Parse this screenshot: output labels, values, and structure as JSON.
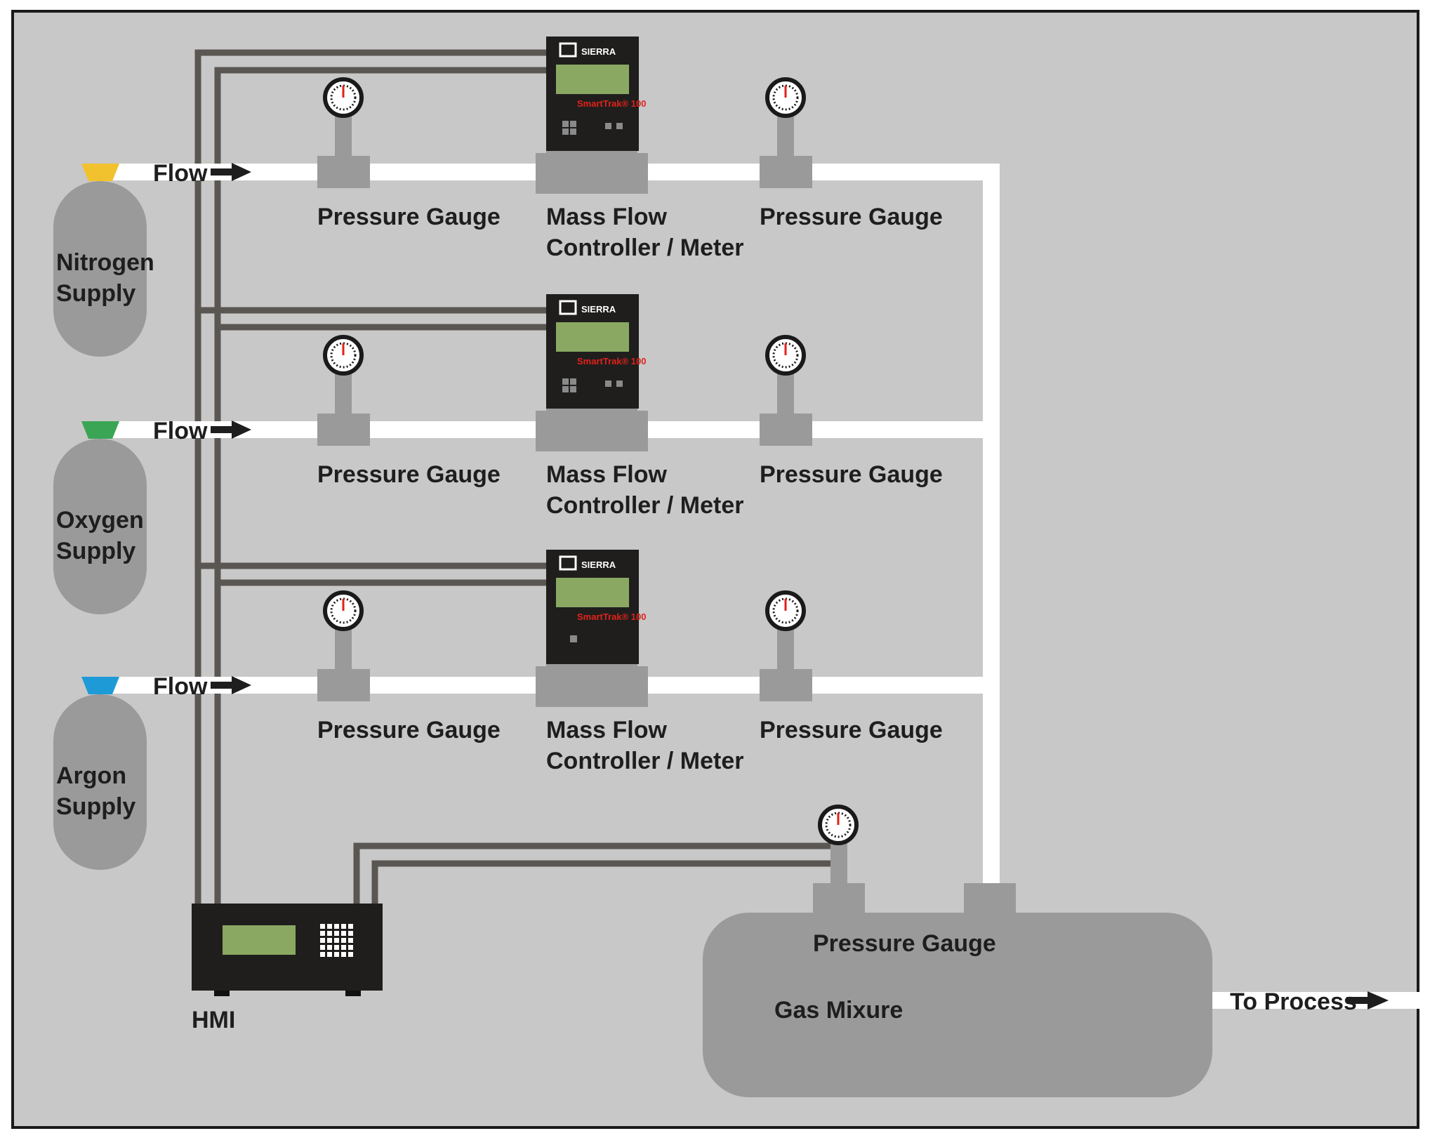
{
  "colors": {
    "background": "#c8c8c8",
    "frame": "#1a1a1a",
    "pipe": "#ffffff",
    "signal_wire": "#5a5652",
    "equipment": "#9a9a9a",
    "device_body": "#1f1e1d",
    "lcd": "#8aa862",
    "display_accent": "#e0221a"
  },
  "supplies": [
    {
      "label_line1": "Nitrogen",
      "label_line2": "Supply",
      "cap_color": "#f2c12e",
      "flow_label": "Flow"
    },
    {
      "label_line1": "Oxygen",
      "label_line2": "Supply",
      "cap_color": "#3aa655",
      "flow_label": "Flow"
    },
    {
      "label_line1": "Argon",
      "label_line2": "Supply",
      "cap_color": "#1e9bd7",
      "flow_label": "Flow"
    }
  ],
  "rows": [
    {
      "gauge_in_label": "Pressure Gauge",
      "mfc_label_line1": "Mass Flow",
      "mfc_label_line2": "Controller / Meter",
      "gauge_out_label": "Pressure Gauge",
      "mfc_brand": "SIERRA",
      "mfc_model": "SmartTrak® 100"
    },
    {
      "gauge_in_label": "Pressure Gauge",
      "mfc_label_line1": "Mass Flow",
      "mfc_label_line2": "Controller / Meter",
      "gauge_out_label": "Pressure Gauge",
      "mfc_brand": "SIERRA",
      "mfc_model": "SmartTrak® 100"
    },
    {
      "gauge_in_label": "Pressure Gauge",
      "mfc_label_line1": "Mass Flow",
      "mfc_label_line2": "Controller / Meter",
      "gauge_out_label": "Pressure Gauge",
      "mfc_brand": "SIERRA",
      "mfc_model": "SmartTrak® 100"
    }
  ],
  "hmi": {
    "label": "HMI"
  },
  "mixer": {
    "gauge_label": "Pressure Gauge",
    "tank_label": "Gas Mixure",
    "outlet_label": "To Process"
  }
}
